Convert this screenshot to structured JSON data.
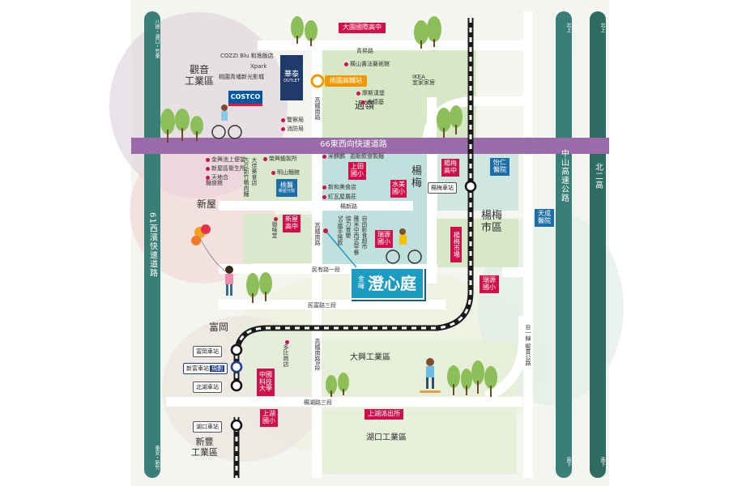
{
  "roads": {
    "left_vertical": {
      "name": "61西濱快速道路",
      "top": "八德・湖口・竹東",
      "bottom": "東安・新竹"
    },
    "right_vertical_1": {
      "name": "中山高速公路",
      "top": "北上",
      "bottom": "南下"
    },
    "right_vertical_2": {
      "name": "北二高",
      "top": "北上",
      "bottom": "南下"
    },
    "expressway": "66東西向快速道路",
    "qingchang": "青昇路",
    "gaotie_nan": "高鐵南路",
    "yangxin": "楊新路",
    "minyou": "民有路一段",
    "minfu": "民富路三段",
    "yanghu": "楊湖路三段",
    "gaotie_nan8": "高鐵南路8段",
    "taiyi": "台一線 縱貫公路"
  },
  "districts": {
    "guanyin": "觀音\n工業區",
    "guoling": "過嶺",
    "yangmei": "楊\n梅",
    "yangmei_city": "楊梅\n市區",
    "xinwu": "新屋",
    "fugang": "富岡",
    "daxing": "大興工業區",
    "hukou": "湖口工業區",
    "xinfeng": "新豐\n工業區"
  },
  "schools": {
    "daqiao": "大園國際高中",
    "shangtian": "上田\n國小",
    "shuimei": "水美\n國小",
    "yangmei_high": "楊梅\n高中",
    "xinwu_high": "新屋\n高中",
    "ruiyuan": "瑞源\n國小",
    "ruiyuan2": "瑞源\n國小",
    "zhonghua": "中國\n科技\n大學",
    "shanghu": "上湖\n國小",
    "yangmei_market": "楊梅市場"
  },
  "services": {
    "yiren": "怡仁\n醫院",
    "tiancheng": "天成\n醫院",
    "taoyi": "桃醫",
    "taoyi_sub": "新屋分院",
    "police": "上湖派出所"
  },
  "stations": {
    "yangmei": "楊梅車站",
    "fugang": "富岡車站",
    "xinfugang": "新富車站",
    "xinfugang_tag": "規劃",
    "beihu": "北湖車站",
    "hukou": "湖口車站"
  },
  "hsr": "桃園高鐵站",
  "outlet": {
    "name": "華泰",
    "sub": "OUTLET"
  },
  "costco": "COSTCO",
  "project": {
    "prefix": "金\n暉",
    "name": "澄心庭"
  },
  "pois": {
    "cozzi": "COZZI Blu 和逸飯店",
    "xpark": "Xpark",
    "qingpu": "桃園青埔新光影城",
    "jingcha": "警察局",
    "xiaofang": "消防局",
    "heng_shan": "橫山書法藝術館",
    "mosi": "摩斯漢堡",
    "kende": "肯德基",
    "ikea": "IKEA\n宜家家居",
    "jinhe": "金興池上便當",
    "xinwu_health": "新屋區衛生所",
    "tiansi": "天地合\n麵食館",
    "gu_li": "古立新竹鴨肉麵",
    "da_zhi": "大佳美食店",
    "rongxing": "榮興鍛製所",
    "mingshan": "明山麵館",
    "mi_qilin": "米麒麟",
    "yang_yi": "迦勒飲食製麵",
    "xinhe": "新和美食店",
    "hong_wa": "紅瓦屋農莊",
    "weiwei": "嶽味堂",
    "bei_yuan": "自由影食超市",
    "w1": "雅米中西式早餐",
    "w2": "協力育嬰",
    "w3": "50嵐手搖飲",
    "duobi": "多比商店"
  },
  "colors": {
    "green_pale": "#cfe1bf",
    "water": "#9fd6d9",
    "expressway": "#9b6aa8",
    "road_teal": "#6aa7a2",
    "road_dark": "#2d6b63",
    "pink": "#d0104c",
    "blue": "#1d6ea6",
    "project": "#1d9cc1",
    "hsr_orange": "#f39800"
  }
}
